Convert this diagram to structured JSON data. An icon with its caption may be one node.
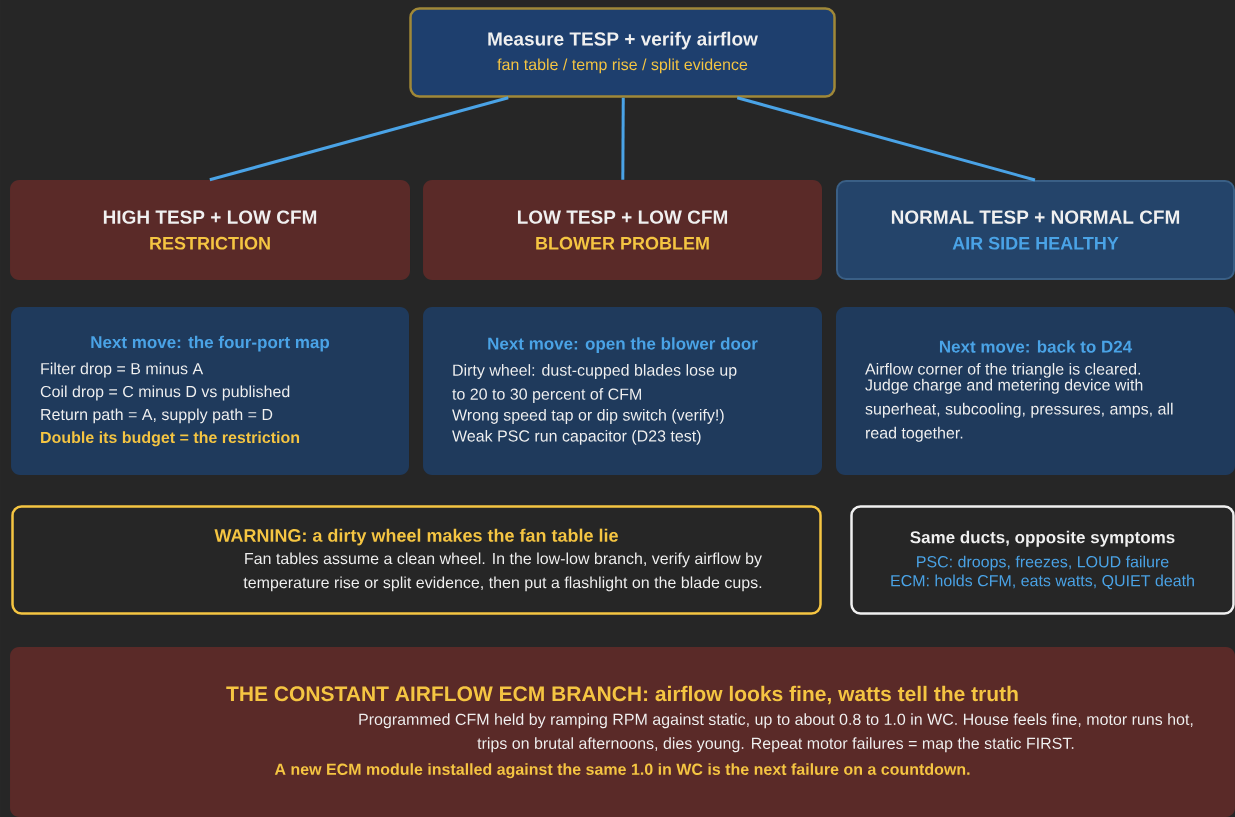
{
  "diagram": {
    "nodes": [
      {
        "text": [
          "Measure TESP + verify airflow",
          "fan table / temp rise / split evidence"
        ]
      },
      {
        "text": [
          "HIGH TESP + LOW CFM",
          "RESTRICTION"
        ]
      },
      {
        "text": [
          "LOW TESP + LOW CFM",
          "BLOWER PROBLEM"
        ]
      },
      {
        "text": [
          "NORMAL TESP + NORMAL CFM",
          "AIR SIDE HEALTHY"
        ]
      },
      {
        "text": [
          "Next move: the four-port map",
          "Filter drop = B minus A",
          "Coil drop = C minus D vs published",
          "Return path = A, supply path = D",
          "Double its budget = the restriction"
        ]
      },
      {
        "text": [
          "Next move: open the blower door",
          "Dirty wheel: dust-cupped blades lose up to 20 to 30 percent of CFM",
          "Wrong speed tap or dip switch (verify!)",
          "Weak PSC run capacitor (D23 test)"
        ]
      },
      {
        "text": [
          "Next move: back to D24",
          "Airflow corner of the triangle is cleared.",
          "Judge charge and metering device with superheat, subcooling, pressures, amps, all read together."
        ]
      },
      {
        "text": [
          "WARNING: a dirty wheel makes the fan table lie",
          "Fan tables assume a clean wheel. In the low-low branch, verify airflow by temperature rise or split evidence, then put a flashlight on the blade cups."
        ]
      },
      {
        "text": [
          "Same ducts, opposite symptoms",
          "PSC: droops, freezes, LOUD failure",
          "ECM: holds CFM, eats watts, QUIET death"
        ]
      },
      {
        "text": [
          "THE CONSTANT AIRFLOW ECM BRANCH: airflow looks fine, watts tell the truth",
          "Programmed CFM held by ramping RPM against static, up to about 0.8 to 1.0 in WC. House feels fine, motor runs hot, trips on brutal afternoons, dies young. Repeat motor failures = map the static FIRST.",
          "A new ECM module installed against the same 1.0 in WC is the next failure on a countdown."
        ]
      }
    ],
    "edges": [
      {
        "from": 0,
        "to": 1,
        "arrow": "none"
      },
      {
        "from": 0,
        "to": 2,
        "arrow": "none"
      },
      {
        "from": 0,
        "to": 3,
        "arrow": "none"
      }
    ]
  }
}
